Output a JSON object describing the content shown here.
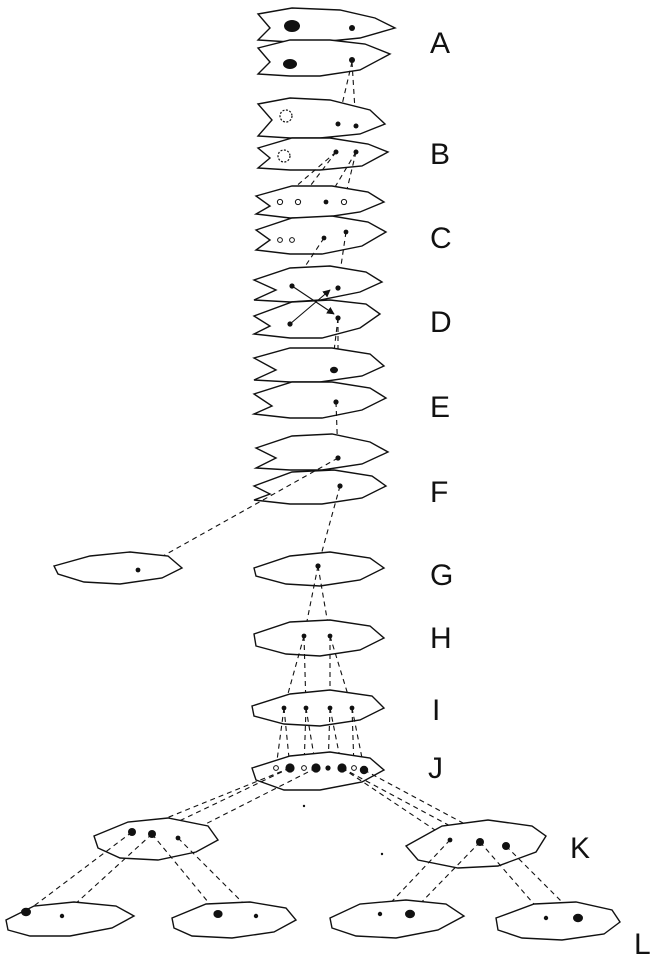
{
  "stage_labels": {
    "a": "A",
    "b": "B",
    "c": "C",
    "d": "D",
    "e": "E",
    "f": "F",
    "g": "G",
    "h": "H",
    "i": "I",
    "j": "J",
    "k": "K",
    "l": "L"
  }
}
